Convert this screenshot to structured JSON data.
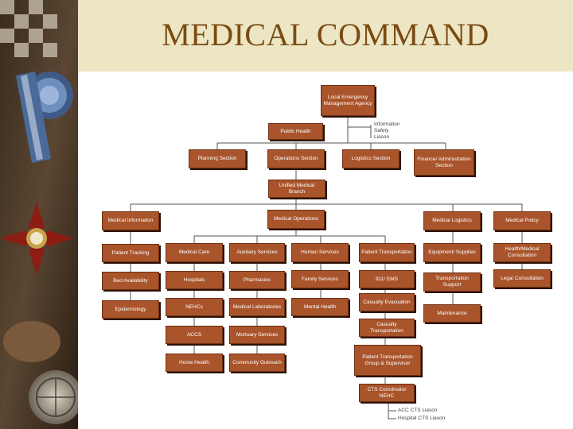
{
  "title": "MEDICAL COMMAND",
  "colors": {
    "title_band": "#ece6c4",
    "title_text": "#7a4b12",
    "box_fill": "#a9542b",
    "box_border": "#6e2f12",
    "connector": "#555555"
  },
  "decoration": {
    "side_image": "medal-and-ribbon-photo"
  },
  "org": {
    "local_emergency": "Local Emergency Management Agency",
    "public_health": "Public Health",
    "info_notes": [
      "Information",
      "Safety",
      "Liason"
    ],
    "planning": "Planning Section",
    "operations": "Operations Section",
    "logistics": "Logistics Section",
    "finance": "Finance/ Administration Section",
    "unified_medical_branch": "Unified Medical Branch",
    "medical_information": "Medical Information",
    "medical_operations": "Medical Operations",
    "medical_logistics": "Medical Logistics",
    "medical_policy": "Medical Policy",
    "patient_tracking": "Patient Tracking",
    "bed_availability": "Bed Availability",
    "epidemiology": "Epidemiology",
    "medical_care": "Medical Care",
    "hospitals": "Hospitals",
    "nehcs": "NEHCs",
    "accs": "ACCS",
    "home_health": "Home Health",
    "auxiliary_services": "Auxiliary Services",
    "pharmacies": "Pharmacies",
    "medical_laboratories": "Medical Laboratories",
    "mortuary_services": "Mortuary Services",
    "community_outreach": "Community Outreach",
    "human_services": "Human Services",
    "family_services": "Family Services",
    "mental_health": "Mental Health",
    "patient_transportation": "Patient Transportation",
    "ems_911": "911/ EMS",
    "casualty_evacuation": "Casualty Evacuation",
    "casualty_transportation": "Casualty Transportation",
    "pt_group_supervisor": "Patient Transportation Group & Supervisor",
    "cts_coordinator": "CTS Coordinator NEHC",
    "cts_notes": [
      "ACC CTS Liason",
      "Hospital CTS Liason"
    ],
    "equipment_supplies": "Equipment/ Supplies",
    "transportation_support": "Transportation Support",
    "maintenance": "Maintenance",
    "health_medical_consultation": "Health/Medical Consultation",
    "legal_consultation": "Legal Consultation"
  }
}
